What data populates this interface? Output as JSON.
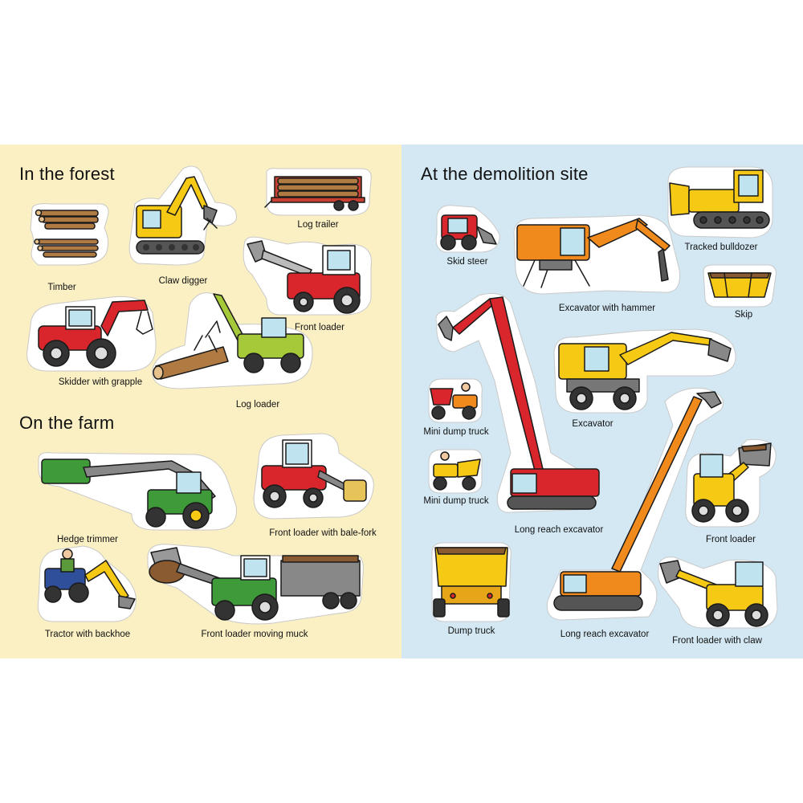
{
  "colors": {
    "forest_page": "#fbf0c4",
    "demolition_page": "#d3e8f3",
    "sticker_bg": "#ffffff",
    "red": "#d8262c",
    "yellow": "#f6c915",
    "green": "#3f9a3a",
    "lime": "#a6c93a",
    "orange": "#f08a1c",
    "blue": "#2f4f9a",
    "wood": "#b07a43"
  },
  "sections": {
    "forest": "In the forest",
    "farm": "On the farm",
    "demolition": "At the demolition site"
  },
  "labels": {
    "timber": "Timber",
    "claw_digger": "Claw digger",
    "log_trailer": "Log trailer",
    "front_loader_forest": "Front loader",
    "skidder": "Skidder with grapple",
    "log_loader": "Log loader",
    "hedge_trimmer": "Hedge trimmer",
    "bale_fork": "Front loader with bale-fork",
    "backhoe": "Tractor with backhoe",
    "muck": "Front loader moving muck",
    "skid_steer": "Skid steer",
    "excavator_hammer": "Excavator with hammer",
    "tracked_bulldozer": "Tracked bulldozer",
    "skip": "Skip",
    "mini_dump_1": "Mini dump truck",
    "mini_dump_2": "Mini dump truck",
    "excavator": "Excavator",
    "long_reach_red": "Long reach excavator",
    "long_reach_orange": "Long reach excavator",
    "front_loader_demo": "Front loader",
    "dump_truck": "Dump truck",
    "front_loader_claw": "Front loader with claw"
  }
}
